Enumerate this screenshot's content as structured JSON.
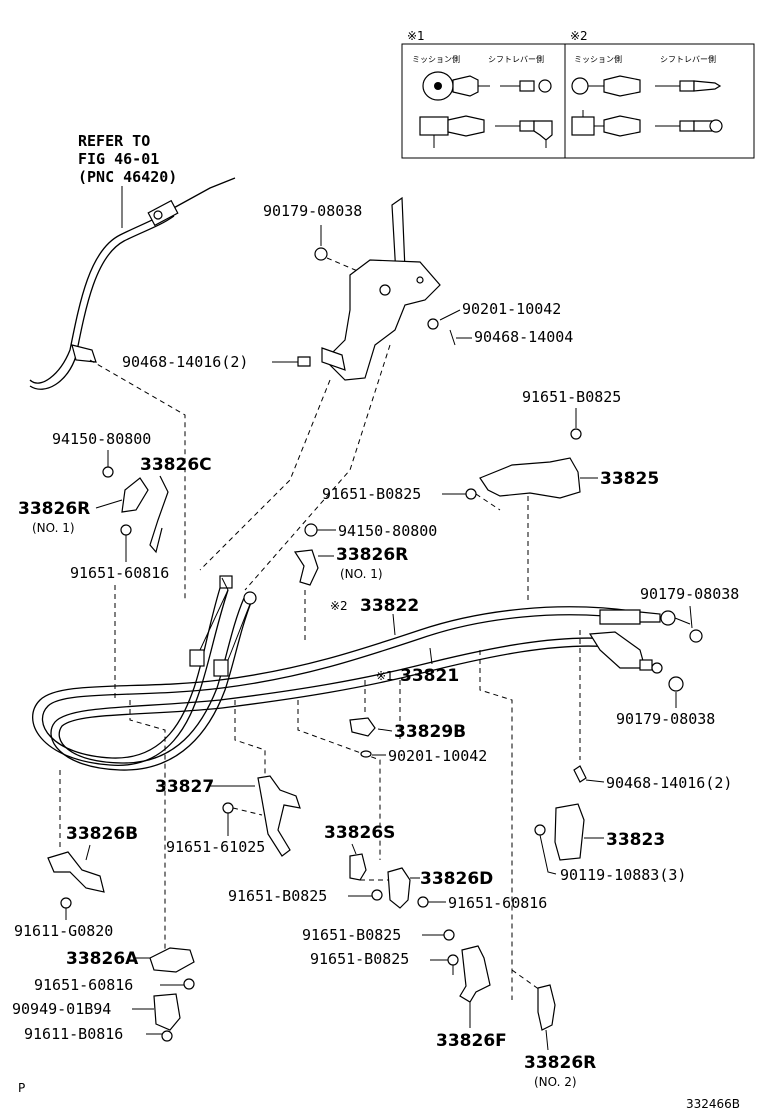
{
  "refer": {
    "line1": "REFER TO",
    "line2": "FIG 46-01",
    "line3": "(PNC 46420)"
  },
  "inset": {
    "mark1": "※1",
    "mark2": "※2",
    "h1a": "ミッション側",
    "h1b": "シフトレバー側",
    "h2a": "ミッション側",
    "h2b": "シフトレバー側"
  },
  "labels": {
    "p90179_08038_top": "90179-08038",
    "p90201_10042_top": "90201-10042",
    "p90468_14004": "90468-14004",
    "p90468_14016_top": "90468-14016(2)",
    "p91651_b0825_a": "91651-B0825",
    "p33825": "33825",
    "p91651_b0825_b": "91651-B0825",
    "p94150_80800_left": "94150-80800",
    "p33826c": "33826C",
    "p33826r_left": "33826R",
    "no1_left": "(NO. 1)",
    "p91651_60816_left": "91651-60816",
    "p94150_80800_mid": "94150-80800",
    "p33826r_mid": "33826R",
    "no1_mid": "(NO. 1)",
    "p33822": "33822",
    "mark2": "※2",
    "p33821": "33821",
    "mark1": "※1",
    "p90179_08038_r1": "90179-08038",
    "p90179_08038_r2": "90179-08038",
    "p33829b": "33829B",
    "p90201_10042_mid": "90201-10042",
    "p90468_14016_right": "90468-14016(2)",
    "p33827": "33827",
    "p33826s": "33826S",
    "p33823": "33823",
    "p90119_10883": "90119-10883(3)",
    "p33826b": "33826B",
    "p91651_61025": "91651-61025",
    "p33826d": "33826D",
    "p91651_b0825_c": "91651-B0825",
    "p91651_60816_mid": "91651-60816",
    "p91611_g0820": "91611-G0820",
    "p91651_b0825_d": "91651-B0825",
    "p91651_b0825_e": "91651-B0825",
    "p33826a": "33826A",
    "p91651_60816_low": "91651-60816",
    "p90949_01b94": "90949-01B94",
    "p91611_b0816": "91611-B0816",
    "p33826f": "33826F",
    "p33826r_low": "33826R",
    "no2_low": "(NO. 2)",
    "corner_p": "P",
    "fig_id": "332466B"
  }
}
